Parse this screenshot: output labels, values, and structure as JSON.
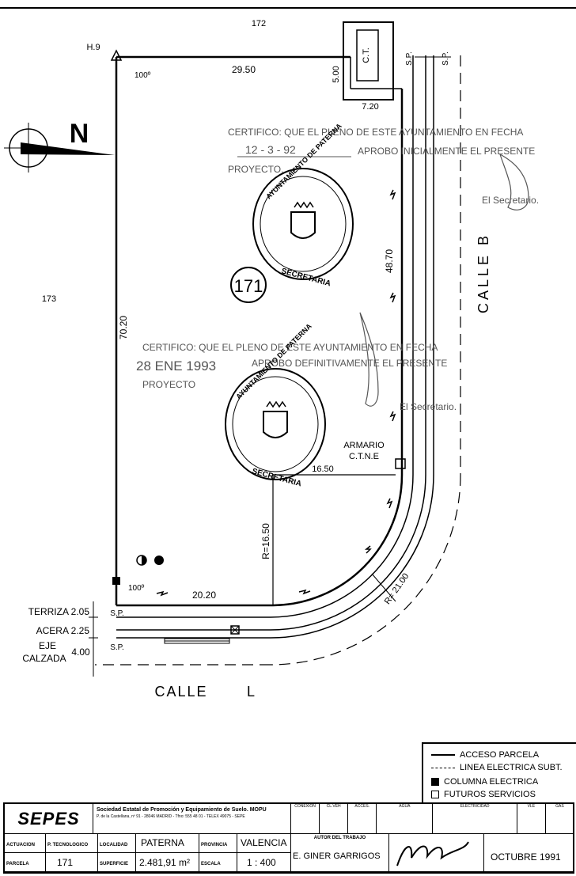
{
  "plan": {
    "neighbor_top": "172",
    "neighbor_left": "173",
    "vertex_label": "H.9",
    "angle_top_left": "100º",
    "angle_bottom_left": "100º",
    "dim_top": "29.50",
    "dim_left": "70.20",
    "dim_right": "48.70",
    "dim_bottom": "20.20",
    "dim_ct_width": "7.20",
    "dim_ct_height": "5.00",
    "ct_label": "C.T.",
    "radius_inner": "R=16.50",
    "radius_inner_short": "16.50",
    "radius_outer": "R= 21.00",
    "parcel_number": "171",
    "north_label": "N",
    "cabinet_label_1": "ARMARIO",
    "cabinet_label_2": "C.T.N.E",
    "sp_labels": [
      "S.P.",
      "S.P.",
      "S.P.",
      "S.P."
    ],
    "street_bottom": "CALLE",
    "street_bottom_letter": "L",
    "street_right": "CALLE B",
    "section": {
      "terraza": "TERRIZA 2.05",
      "acera": "ACERA 2.25",
      "eje": "EJE",
      "calzada": "CALZADA",
      "calzada_value": "4.00"
    }
  },
  "certificates": [
    {
      "line1": "CERTIFICO: QUE EL PLENO DE ESTE AYUNTAMIENTO EN FECHA",
      "date": "12 - 3 - 92",
      "line2": "APROBO INICIALMENTE EL PRESENTE",
      "line3": "PROYECTO.",
      "signer": "El Secretario."
    },
    {
      "line1": "CERTIFICO: QUE EL PLENO DE ESTE AYUNTAMIENTO EN FECHA",
      "date": "28 ENE 1993",
      "line2": "APROBO DEFINITIVAMENTE EL PRESENTE",
      "line3": "PROYECTO",
      "signer": "El Secretario."
    }
  ],
  "stamp": {
    "top": "AYUNTAMIENTO DE PATERNA",
    "bottom": "SECRETARIA"
  },
  "legend": {
    "items": [
      {
        "label": "ACCESO PARCELA",
        "icon": "access-arrow-icon"
      },
      {
        "label": "LINEA ELECTRICA SUBT.",
        "icon": "cable-icon"
      },
      {
        "label": "COLUMNA ELECTRICA",
        "icon": "column-icon"
      },
      {
        "label": "FUTUROS SERVICIOS",
        "icon": "services-icon"
      }
    ]
  },
  "titleblock": {
    "logo": "SEPES",
    "org_name": "Sociedad Estatal de Promoción y Equipamiento de Suelo. MOPU",
    "org_sub": "P. de la Castellana, nº 91 - 28046 MADRID - Tfno: 555 48 01 - TELEX 49075 - SEPE",
    "actuacion_label": "ACTUACION",
    "actuacion_value": "P. TECNOLOGICO",
    "localidad_label": "LOCALIDAD",
    "localidad_value": "PATERNA",
    "provincia_label": "PROVINCIA",
    "provincia_value": "VALENCIA",
    "parcela_label": "PARCELA",
    "parcela_value": "171",
    "superficie_label": "SUPERFICIE",
    "superficie_value": "2.481,91 m²",
    "escala_label": "ESCALA",
    "escala_value": "1 : 400",
    "autor_label": "AUTOR DEL TRABAJO",
    "autor_value": "E. GINER GARRIGOS",
    "fecha_value": "OCTUBRE 1991",
    "services_headers": [
      "CONEXION",
      "CL.VEH",
      "ACCES.",
      "AGUA",
      "ELECTRICIDAD",
      "VLE",
      "GAS"
    ]
  }
}
